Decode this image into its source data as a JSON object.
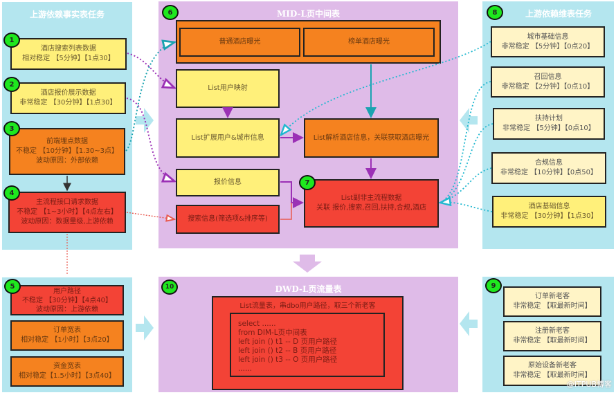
{
  "left_panel": {
    "title": "上游依赖事实表任务",
    "nodes": [
      {
        "badge": "1",
        "lines": [
          "酒店搜索列表数据",
          "相对稳定 【5分钟】【1点30】"
        ],
        "status": "relatively-stable"
      },
      {
        "badge": "2",
        "lines": [
          "酒店报价展示数据",
          "非常稳定 【30分钟】【1点30】"
        ],
        "status": "very-stable"
      },
      {
        "badge": "3",
        "lines": [
          "前端埋点数据",
          "不稳定 【10分钟】【1.30~3点】",
          "波动原因：外部依赖"
        ],
        "status": "unstable"
      },
      {
        "badge": "4",
        "lines": [
          "主流程接口请求数据",
          "不稳定 【1~3小时】【4点左右】",
          "波动原因：数据量级,上游依赖"
        ],
        "status": "unstable-critical"
      }
    ]
  },
  "bottom_left_panel": {
    "badge": "5",
    "nodes": [
      {
        "lines": [
          "用户路径",
          "不稳定 【30分钟】【4点40】",
          "波动原因：上游依赖"
        ],
        "status": "unstable-critical"
      },
      {
        "lines": [
          "订单宽表",
          "相对稳定 【1小时】【3点20】"
        ],
        "status": "relatively-stable"
      },
      {
        "lines": [
          "资金宽表",
          "相对稳定【1.5小时】【3点40】"
        ],
        "status": "relatively-stable"
      }
    ]
  },
  "mid_panel": {
    "badge": "6",
    "title": "MID-L页中间表",
    "exposure_nodes": [
      "普通酒店曝光",
      "榜单酒店曝光"
    ],
    "nodes": {
      "user_mapping": "List用户映射",
      "user_city": "List扩展用户&城市信息",
      "parse_hotel": "List解析酒店信息，关联获取酒店曝光",
      "price_info": "报价信息",
      "search_info": "搜索信息(筛选项&排序等)",
      "non_main": {
        "badge": "7",
        "lines": [
          "List副非主流程数据",
          "关联 报价,搜索,召回,扶持,合规,酒店"
        ]
      }
    }
  },
  "right_panel": {
    "badge": "8",
    "title": "上游依赖维表任务",
    "nodes": [
      {
        "lines": [
          "城市基础信息",
          "非常稳定 【5分钟】【0点20】"
        ]
      },
      {
        "lines": [
          "召回信息",
          "非常稳定 【2分钟】【0点10】"
        ]
      },
      {
        "lines": [
          "扶持计划",
          "非常稳定 【5分钟】【0点10】"
        ]
      },
      {
        "lines": [
          "合规信息",
          "非常稳定 【10分钟】【0点50】"
        ]
      },
      {
        "lines": [
          "酒店基础信息",
          "非常稳定 【30分钟】【1点30】"
        ]
      }
    ]
  },
  "bottom_right_panel": {
    "badge": "9",
    "nodes": [
      {
        "lines": [
          "订单新老客",
          "非常稳定 【取最新时间】"
        ]
      },
      {
        "lines": [
          "注册新老客",
          "非常稳定 【取最新时间】"
        ]
      },
      {
        "lines": [
          "原始设备新老客",
          "非常稳定 【取最新时间】"
        ]
      }
    ]
  },
  "dwd_panel": {
    "badge": "10",
    "title": "DWD-L页流量表",
    "header": "List流量表，串dbo用户路径，取三个新老客",
    "sql_lines": [
      "select ......",
      "from DIM-L页中间表",
      "left join () t1   --  D 页用户路径",
      "left join () t2   --  B 页用户路径",
      "left join () t3   --  O 页用户路径",
      "......"
    ]
  },
  "watermark": "@ITPUB博客",
  "colors": {
    "panel_blue": "#b4e6ef",
    "panel_purple": "#dfbbe8",
    "yellow": "#fff07a",
    "cream": "#fff4c6",
    "orange": "#f5821f",
    "red": "#f34336",
    "badge_green": "#1ee81e",
    "link_purple": "#9b30b5",
    "link_teal": "#1aa3b0",
    "link_red": "#e85a50"
  }
}
